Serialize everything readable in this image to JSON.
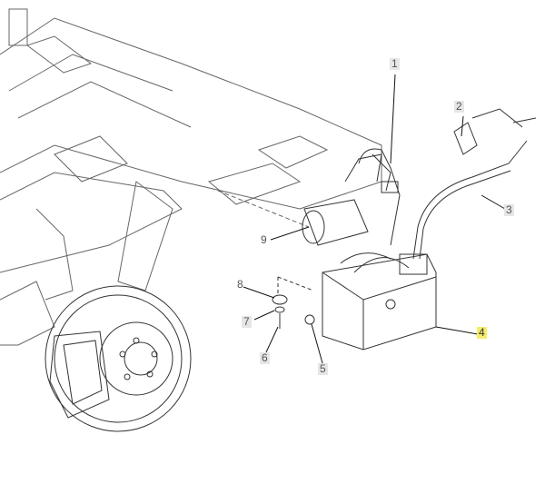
{
  "callouts": [
    {
      "label": "1"
    },
    {
      "label": "2"
    },
    {
      "label": "3"
    },
    {
      "label": "4",
      "highlighted": true
    },
    {
      "label": "5"
    },
    {
      "label": "6"
    },
    {
      "label": "7"
    },
    {
      "label": "8"
    },
    {
      "label": "9"
    }
  ],
  "colors": {
    "line": "#222222",
    "callout_bg": "#e6e6e6",
    "highlight": "#f3ee6a"
  }
}
